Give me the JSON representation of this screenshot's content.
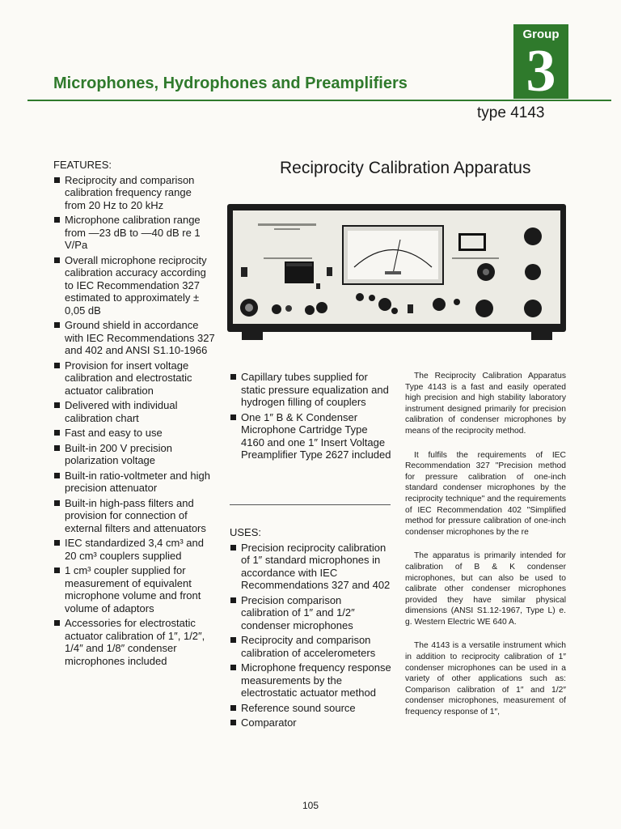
{
  "header": {
    "group_label": "Group",
    "group_number": "3",
    "section_title": "Microphones, Hydrophones and Preamplifiers",
    "type_label": "type 4143"
  },
  "main_heading": "Reciprocity Calibration Apparatus",
  "features": {
    "heading": "FEATURES:",
    "items": [
      "Reciprocity and comparison calibration frequency range from 20 Hz to 20 kHz",
      "Microphone calibration range from —23 dB to —40 dB re 1 V/Pa",
      "Overall microphone reciprocity calibration accuracy according to IEC Recommendation 327 estimated to approximately ± 0,05 dB",
      "Ground shield in accordance with IEC Recommendations 327 and 402 and ANSI S1.10-1966",
      "Provision for insert voltage calibration and electrostatic actuator calibration",
      "Delivered with individual calibration chart",
      "Fast and easy to use",
      "Built-in 200 V precision polarization voltage",
      "Built-in ratio-voltmeter and high precision attenuator",
      "Built-in high-pass filters and provision for connection of external filters and attenuators",
      "IEC standardized 3,4 cm³ and 20 cm³ couplers supplied",
      "1 cm³ coupler supplied for measurement of equivalent microphone volume and front volume of adaptors",
      "Accessories for electrostatic actuator calibration of 1″, 1/2″, 1/4″ and 1/8″ condenser microphones included"
    ]
  },
  "supplied": {
    "items": [
      "Capillary tubes supplied for static pressure equalization and hydrogen filling of couplers",
      "One 1″ B & K Condenser Microphone Cartridge Type 4160 and one 1″ Insert Voltage Preamplifier Type 2627 included"
    ]
  },
  "uses": {
    "heading": "USES:",
    "items": [
      "Precision reciprocity calibration of 1″ standard microphones in accordance with IEC Recommendations 327 and 402",
      "Precision comparison calibration of 1″ and 1/2″ condenser microphones",
      "Reciprocity and comparison calibration of accelerometers",
      "Microphone frequency response measurements by the electrostatic actuator method",
      "Reference sound source",
      "Comparator"
    ]
  },
  "description": {
    "paragraphs": [
      "The Reciprocity Calibration Apparatus Type 4143 is a fast and easily operated high precision and high stability laboratory instrument designed primarily for precision calibration of condenser microphones by means of the reciprocity method.",
      "It fulfils the requirements of IEC Recommendation 327 \"Precision method for pressure calibration of one-inch standard condenser microphones by the reciprocity technique\" and the requirements of IEC Recommendation 402 \"Simplified method for pressure calibration of one-inch condenser microphones by the re",
      "The apparatus is primarily intended for calibration of B & K condenser microphones, but can also be used to calibrate other condenser microphones provided they have similar physical dimensions (ANSI S1.12-1967, Type L) e. g. Western Electric WE 640 A.",
      "The 4143 is a versatile instrument which in addition to reciprocity calibration of 1″ condenser microphones can be used in a variety of other applications such as: Comparison calibration of 1″ and 1/2″ condenser microphones, measurement of frequency response of 1″,"
    ]
  },
  "page_number": "105",
  "colors": {
    "brand_green": "#2f7a2c",
    "panel": "#ecebe4",
    "cabinet": "#1c1c1c"
  }
}
